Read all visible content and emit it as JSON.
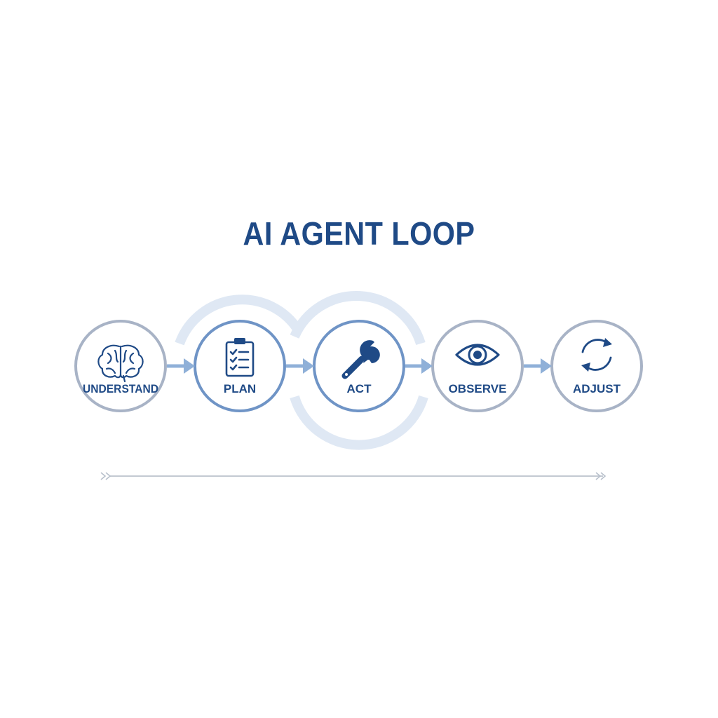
{
  "title": "AI AGENT LOOP",
  "colors": {
    "title": "#1f4a86",
    "ring_grey": "#a8b3c6",
    "ring_blue": "#6f94c6",
    "halo": "#dbe6f3",
    "arrow": "#8fb0d8",
    "icon": "#1f4a86",
    "line": "#c3c9d2"
  },
  "steps": [
    {
      "label": "UNDERSTAND",
      "icon": "brain-icon",
      "highlighted": false
    },
    {
      "label": "PLAN",
      "icon": "clipboard-checklist-icon",
      "highlighted": true
    },
    {
      "label": "ACT",
      "icon": "wrench-icon",
      "highlighted": true
    },
    {
      "label": "OBSERVE",
      "icon": "eye-icon",
      "highlighted": false
    },
    {
      "label": "ADJUST",
      "icon": "refresh-icon",
      "highlighted": false
    }
  ]
}
